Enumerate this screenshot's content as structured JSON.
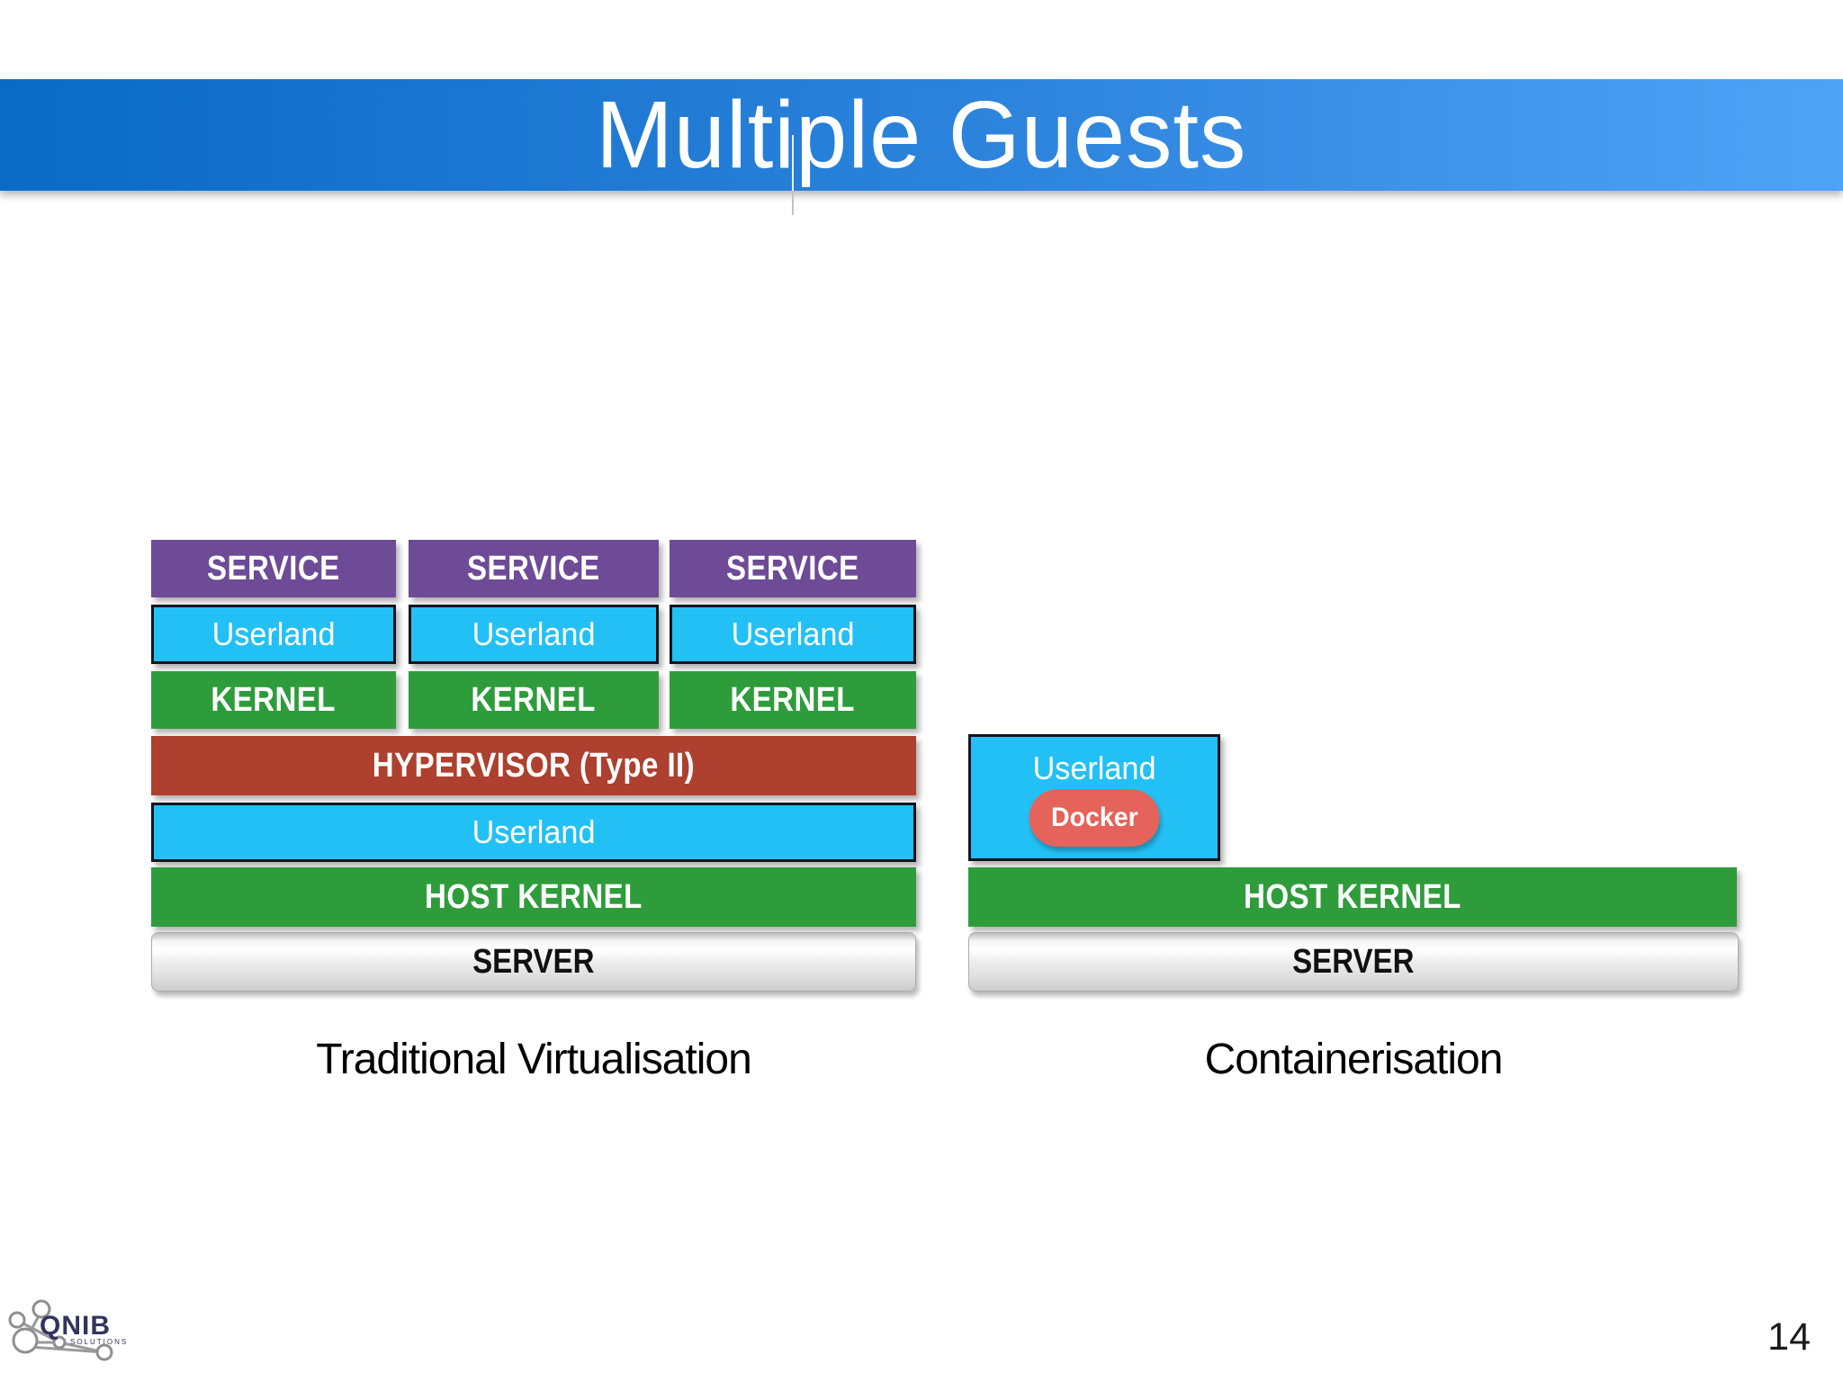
{
  "header": {
    "title": "Multiple Guests"
  },
  "left_diagram": {
    "caption": "Traditional Virtualisation",
    "columns": [
      {
        "service": "SERVICE",
        "userland": "Userland",
        "kernel": "KERNEL"
      },
      {
        "service": "SERVICE",
        "userland": "Userland",
        "kernel": "KERNEL"
      },
      {
        "service": "SERVICE",
        "userland": "Userland",
        "kernel": "KERNEL"
      }
    ],
    "hypervisor": "HYPERVISOR (Type II)",
    "userland": "Userland",
    "host_kernel": "HOST KERNEL",
    "server": "SERVER"
  },
  "right_diagram": {
    "caption": "Containerisation",
    "userland": "Userland",
    "docker": "Docker",
    "host_kernel": "HOST KERNEL",
    "server": "SERVER"
  },
  "footer": {
    "logo_text": "QNIB",
    "logo_subtext": "SOLUTIONS",
    "page_number": "14"
  },
  "colors": {
    "header_gradient_start": "#0a6ac6",
    "header_gradient_end": "#4fa3f7",
    "service_purple": "#6d4b97",
    "userland_cyan": "#23c0f5",
    "kernel_green": "#2f9c3c",
    "hypervisor_red": "#ad402e",
    "docker_red": "#e5635a"
  }
}
